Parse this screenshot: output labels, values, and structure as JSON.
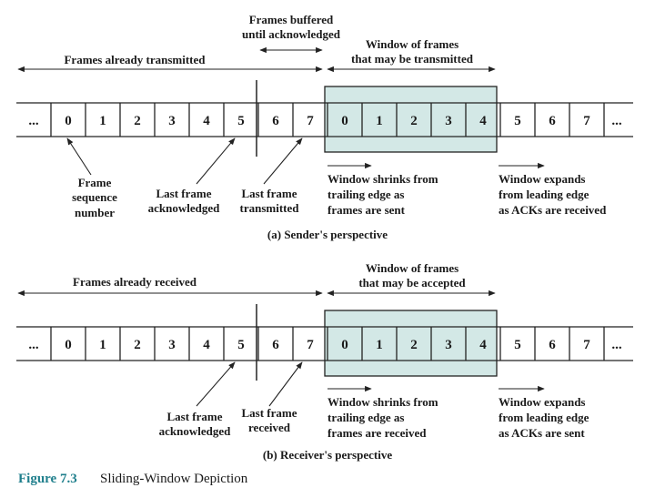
{
  "sender": {
    "cells": [
      "0",
      "1",
      "2",
      "3",
      "4",
      "5",
      "6",
      "7",
      "0",
      "1",
      "2",
      "3",
      "4",
      "5",
      "6",
      "7"
    ],
    "dots_left": "...",
    "dots_right": "...",
    "frames_buffered_l1": "Frames buffered",
    "frames_buffered_l2": "until acknowledged",
    "already_label": "Frames already transmitted",
    "window_l1": "Window of frames",
    "window_l2": "that may be transmitted",
    "seq_l1": "Frame",
    "seq_l2": "sequence",
    "seq_l3": "number",
    "last_ack_l1": "Last frame",
    "last_ack_l2": "acknowledged",
    "last_tx_l1": "Last frame",
    "last_tx_l2": "transmitted",
    "shrink_l1": "Window shrinks from",
    "shrink_l2": "trailing edge as",
    "shrink_l3": "frames are sent",
    "expand_l1": "Window expands",
    "expand_l2": "from leading edge",
    "expand_l3": "as ACKs are received",
    "caption": "(a) Sender's perspective"
  },
  "receiver": {
    "cells": [
      "0",
      "1",
      "2",
      "3",
      "4",
      "5",
      "6",
      "7",
      "0",
      "1",
      "2",
      "3",
      "4",
      "5",
      "6",
      "7"
    ],
    "dots_left": "...",
    "dots_right": "...",
    "already_label": "Frames already received",
    "window_l1": "Window of frames",
    "window_l2": "that may be accepted",
    "last_ack_l1": "Last frame",
    "last_ack_l2": "acknowledged",
    "last_rx_l1": "Last frame",
    "last_rx_l2": "received",
    "shrink_l1": "Window shrinks from",
    "shrink_l2": "trailing edge as",
    "shrink_l3": "frames are received",
    "expand_l1": "Window expands",
    "expand_l2": "from leading edge",
    "expand_l3": "as ACKs are sent",
    "caption": "(b) Receiver's perspective"
  },
  "figure": {
    "label": "Figure 7.3",
    "title": "Sliding-Window Depiction",
    "label_color": "#1f7f8c",
    "window_fill": "#d3e8e6"
  }
}
